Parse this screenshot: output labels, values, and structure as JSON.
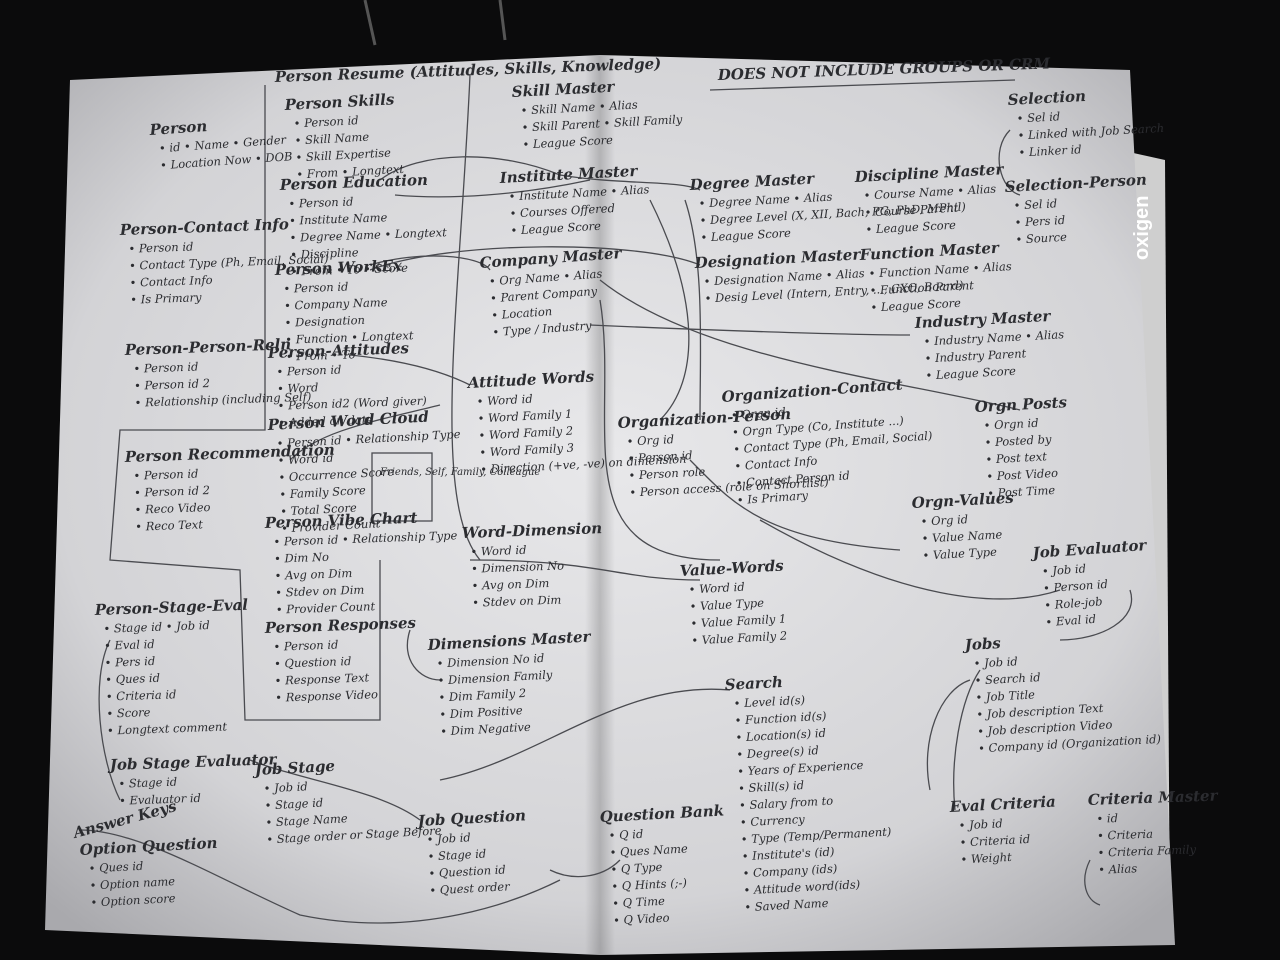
{
  "heading": "DOES NOT INCLUDE GROUPS OR CRM",
  "tab_label": "oxigen",
  "entities": [
    {
      "key": "person",
      "title": "Person",
      "fields": [
        "• id  • Name  • Gender",
        "• Location Now  • DOB"
      ]
    },
    {
      "key": "person-resume",
      "title": "Person Resume (Attitudes, Skills, Knowledge)",
      "fields": []
    },
    {
      "key": "person-skills",
      "title": "Person Skills",
      "fields": [
        "• Person id",
        "• Skill Name",
        "• Skill Expertise",
        "• From  • Longtext"
      ]
    },
    {
      "key": "person-education",
      "title": "Person Education",
      "fields": [
        "• Person id",
        "• Institute Name",
        "• Degree Name  • Longtext",
        "• Discipline",
        "• From  • To  • Score"
      ]
    },
    {
      "key": "person-contact-info",
      "title": "Person-Contact Info",
      "fields": [
        "• Person id",
        "• Contact Type (Ph, Email, Social)",
        "• Contact Info",
        "• Is Primary"
      ]
    },
    {
      "key": "person-workex",
      "title": "Person WorkEx",
      "fields": [
        "• Person id",
        "• Company Name",
        "• Designation",
        "• Function  • Longtext",
        "• From  • To"
      ]
    },
    {
      "key": "person-person-reln",
      "title": "Person-Person-Reln",
      "fields": [
        "• Person id",
        "• Person id 2",
        "• Relationship (including Self)"
      ]
    },
    {
      "key": "person-attitudes",
      "title": "Person-Attitudes",
      "fields": [
        "• Person id",
        "• Word",
        "• Person id2 (Word giver)",
        "• Added on date"
      ]
    },
    {
      "key": "person-word-cloud",
      "title": "Person Word Cloud",
      "fields": [
        "• Person id  • Relationship Type",
        "• Word id",
        "• Occurrence Score",
        "• Family Score",
        "• Total Score",
        "• Provider Count"
      ]
    },
    {
      "key": "relationship-types",
      "title": "Friends, Self, Family, Colleague",
      "fields": []
    },
    {
      "key": "person-recommendation",
      "title": "Person Recommendation",
      "fields": [
        "• Person id",
        "• Person id 2",
        "• Reco Video",
        "• Reco Text"
      ]
    },
    {
      "key": "person-vibe-chart",
      "title": "Person Vibe Chart",
      "fields": [
        "• Person id  • Relationship Type",
        "• Dim No",
        "• Avg on Dim",
        "• Stdev on Dim",
        "• Provider Count"
      ]
    },
    {
      "key": "person-responses",
      "title": "Person Responses",
      "fields": [
        "• Person id",
        "• Question id",
        "• Response Text",
        "• Response Video"
      ]
    },
    {
      "key": "person-stage-eval",
      "title": "Person-Stage-Eval",
      "fields": [
        "• Stage id  • Job id",
        "• Eval id",
        "• Pers id",
        "• Ques id",
        "• Criteria id",
        "• Score",
        "• Longtext comment"
      ]
    },
    {
      "key": "job-stage-evaluator",
      "title": "Job Stage Evaluator",
      "fields": [
        "• Stage id",
        "• Evaluator id"
      ]
    },
    {
      "key": "job-stage",
      "title": "Job Stage",
      "fields": [
        "• Job id",
        "• Stage id",
        "• Stage Name",
        "• Stage order or Stage Before"
      ]
    },
    {
      "key": "option-question",
      "title": "Option Question",
      "fields": [
        "• Ques id",
        "• Option name",
        "• Option score"
      ]
    },
    {
      "key": "answer-keys",
      "title": "Answer Keys",
      "fields": []
    },
    {
      "key": "skill-master",
      "title": "Skill Master",
      "fields": [
        "• Skill Name  • Alias",
        "• Skill Parent  • Skill Family",
        "• League Score"
      ]
    },
    {
      "key": "institute-master",
      "title": "Institute Master",
      "fields": [
        "• Institute Name  • Alias",
        "• Courses Offered",
        "• League Score"
      ]
    },
    {
      "key": "company-master",
      "title": "Company Master",
      "fields": [
        "• Org Name  • Alias",
        "• Parent Company",
        "• Location",
        "• Type / Industry"
      ]
    },
    {
      "key": "attitude-words",
      "title": "Attitude Words",
      "fields": [
        "• Word id",
        "• Word Family 1",
        "• Word Family 2",
        "• Word Family 3",
        "• Direction (+ve, -ve) on dimension"
      ]
    },
    {
      "key": "word-dimension",
      "title": "Word-Dimension",
      "fields": [
        "• Word id",
        "• Dimension No",
        "• Avg on Dim",
        "• Stdev on Dim"
      ]
    },
    {
      "key": "dimensions-master",
      "title": "Dimensions Master",
      "fields": [
        "• Dimension No id",
        "• Dimension Family",
        "• Dim Family 2",
        "• Dim Positive",
        "• Dim Negative"
      ]
    },
    {
      "key": "job-question",
      "title": "Job Question",
      "fields": [
        "• Job id",
        "• Stage id",
        "• Question id",
        "• Quest order"
      ]
    },
    {
      "key": "question-bank",
      "title": "Question Bank",
      "fields": [
        "• Q id",
        "• Ques Name",
        "• Q Type",
        "• Q Hints (;-)",
        "• Q Time",
        "• Q Video"
      ]
    },
    {
      "key": "degree-master",
      "title": "Degree Master",
      "fields": [
        "• Degree Name  • Alias",
        "• Degree Level (X, XII, Bach, PG, PhD, MPhil)",
        "• League Score"
      ]
    },
    {
      "key": "discipline-master",
      "title": "Discipline Master",
      "fields": [
        "• Course Name  • Alias",
        "• Course Parent",
        "• League Score"
      ]
    },
    {
      "key": "designation-master",
      "title": "Designation Master",
      "fields": [
        "• Designation Name  • Alias",
        "• Desig Level (Intern, Entry, ..., CXO, Board)"
      ]
    },
    {
      "key": "function-master",
      "title": "Function Master",
      "fields": [
        "• Function Name  • Alias",
        "• Function Parent",
        "• League Score"
      ]
    },
    {
      "key": "industry-master",
      "title": "Industry Master",
      "fields": [
        "• Industry Name  • Alias",
        "• Industry Parent",
        "• League Score"
      ]
    },
    {
      "key": "organization-person",
      "title": "Organization-Person",
      "fields": [
        "• Org id",
        "• Person id",
        "• Person role",
        "• Person access (role on Shortlist)"
      ]
    },
    {
      "key": "organization-contact",
      "title": "Organization-Contact",
      "fields": [
        "• Orgn id",
        "• Orgn Type (Co, Institute ...)",
        "• Contact Type (Ph, Email, Social)",
        "• Contact Info",
        "• Contact Person id",
        "• Is Primary"
      ]
    },
    {
      "key": "orgn-posts",
      "title": "Orgn Posts",
      "fields": [
        "• Orgn id",
        "• Posted by",
        "• Post text",
        "• Post Video",
        "• Post Time"
      ]
    },
    {
      "key": "orgn-values",
      "title": "Orgn-Values",
      "fields": [
        "• Org id",
        "• Value Name",
        "• Value Type"
      ]
    },
    {
      "key": "value-words",
      "title": "Value-Words",
      "fields": [
        "• Word id",
        "• Value Type",
        "• Value Family 1",
        "• Value Family 2"
      ]
    },
    {
      "key": "selection",
      "title": "Selection",
      "fields": [
        "• Sel id",
        "• Linked with Job Search",
        "• Linker id"
      ]
    },
    {
      "key": "selection-person",
      "title": "Selection-Person",
      "fields": [
        "• Sel id",
        "• Pers id",
        "• Source"
      ]
    },
    {
      "key": "job-evaluator",
      "title": "Job Evaluator",
      "fields": [
        "• Job id",
        "• Person id",
        "• Role-job",
        "• Eval id"
      ]
    },
    {
      "key": "jobs",
      "title": "Jobs",
      "fields": [
        "• Job id",
        "• Search id",
        "• Job Title",
        "• Job description Text",
        "• Job description Video",
        "• Company id (Organization id)"
      ]
    },
    {
      "key": "search",
      "title": "Search",
      "fields": [
        "• Level id(s)",
        "• Function id(s)",
        "• Location(s) id",
        "• Degree(s) id",
        "• Years of Experience",
        "• Skill(s) id",
        "• Salary from to",
        "• Currency",
        "• Type (Temp/Permanent)",
        "• Institute's (id)",
        "• Company (ids)",
        "• Attitude word(ids)",
        "• Saved Name"
      ]
    },
    {
      "key": "eval-criteria",
      "title": "Eval Criteria",
      "fields": [
        "• Job id",
        "• Criteria id",
        "• Weight"
      ]
    },
    {
      "key": "criteria-master",
      "title": "Criteria Master",
      "fields": [
        "• id",
        "• Criteria",
        "• Criteria Family",
        "• Alias"
      ]
    }
  ]
}
